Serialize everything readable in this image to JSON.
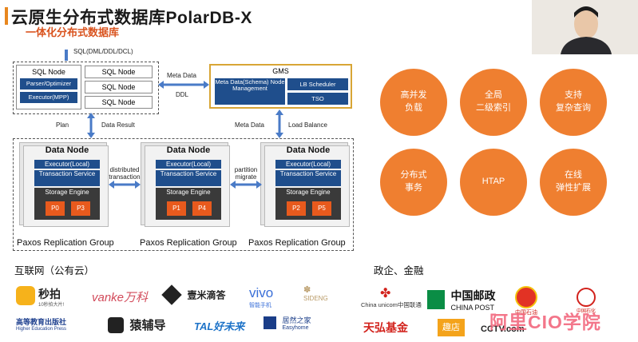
{
  "header": {
    "title": "云原生分布式数据库PolarDB-X",
    "subtitle": "一体化分布式数据库"
  },
  "architecture": {
    "sql_label": "SQL(DML/DDL/DCL)",
    "sql_node": "SQL Node",
    "parser": "Parser/Optimizer",
    "executor_mpp": "Executor(MPP)",
    "gms": {
      "title": "GMS",
      "meta": "Meta Data(Schema) Node Management",
      "lb": "LB Scheduler",
      "tso": "TSO"
    },
    "meta_data": "Meta Data",
    "ddl": "DDL",
    "plan": "Plan",
    "data_result": "Data Result",
    "load_balance": "Load Balance",
    "distributed_transaction": "distributed transaction",
    "partition_migrate": "partition migrate",
    "data_node": "Data Node",
    "executor_local": "Executor(Local)",
    "transaction_service": "Transaction Service",
    "storage_engine": "Storage Engine",
    "partitions": [
      [
        "P0",
        "P3"
      ],
      [
        "P1",
        "P4"
      ],
      [
        "P2",
        "P5"
      ]
    ],
    "paxos": "Paxos Replication Group"
  },
  "features": [
    {
      "line1": "高并发",
      "line2": "负载"
    },
    {
      "line1": "全局",
      "line2": "二级索引"
    },
    {
      "line1": "支持",
      "line2": "复杂查询"
    },
    {
      "line1": "分布式",
      "line2": "事务"
    },
    {
      "line1": "HTAP",
      "line2": ""
    },
    {
      "line1": "在线",
      "line2": "弹性扩展"
    }
  ],
  "sections": {
    "internet": "互联网（公有云）",
    "gov": "政企、金融"
  },
  "logos_internet": {
    "miaopai": "秒拍",
    "miaopai_sub": "10秒拍大片!",
    "vanke": "vanke万科",
    "yimi": "壹米滴答",
    "vivo": "vivo",
    "vivo_sub": "智能手机",
    "sideng": "SIDENG",
    "hep": "高等教育出版社",
    "hep_sub": "Higher Education Press",
    "yuanfudao": "猿辅导",
    "tal": "TAL好未来",
    "easyhome": "居然之家",
    "easyhome_sub": "Easyhome"
  },
  "logos_gov": {
    "unicom": "China unicom中国联通",
    "post": "中国邮政",
    "post_en": "CHINA POST",
    "cnpc": "中国石油",
    "sinopec": "中国石化",
    "tianhong": "天弘基金",
    "qudian": "趣店",
    "cctv": "CCTV.com"
  },
  "watermark": "阿里CIO学院",
  "colors": {
    "accent": "#ef7f30",
    "blue": "#1f4e8c",
    "title_orange": "#d9531e"
  }
}
